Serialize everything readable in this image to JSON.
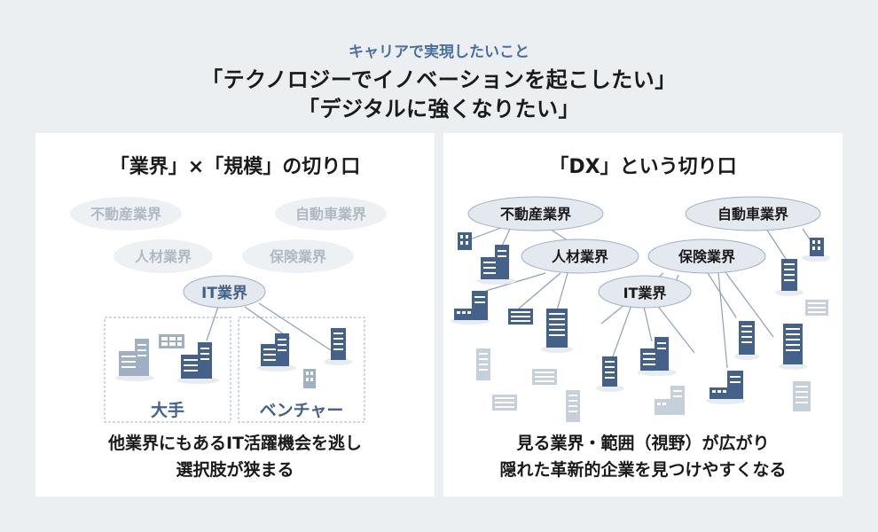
{
  "header": {
    "subtitle": "キャリアで実現したいこと",
    "line1": "「テクノロジーでイノベーションを起こしたい」",
    "line2": "「デジタルに強くなりたい」"
  },
  "colors": {
    "accent": "#4a6fa0",
    "bubble": "#e3e9ef",
    "bubble_border": "#9fb1c4",
    "building": "#44618a",
    "building_light": "#9fb0c4"
  },
  "left_panel": {
    "title": "「業界」×「規模」の切り口",
    "industries_faded": [
      "不動産業界",
      "自動車業界",
      "人材業界",
      "保険業界"
    ],
    "it_label": "IT業界",
    "group_large": "大手",
    "group_venture": "ベンチャー",
    "caption_line1": "他業界にもあるIT活躍機会を逃し",
    "caption_line2": "選択肢が狭まる"
  },
  "right_panel": {
    "title": "「DX」という切り口",
    "industries": [
      "不動産業界",
      "自動車業界",
      "人材業界",
      "保険業界",
      "IT業界"
    ],
    "caption_line1": "見る業界・範囲（視野）が広がり",
    "caption_line2": "隠れた革新的企業を見つけやすくなる"
  }
}
